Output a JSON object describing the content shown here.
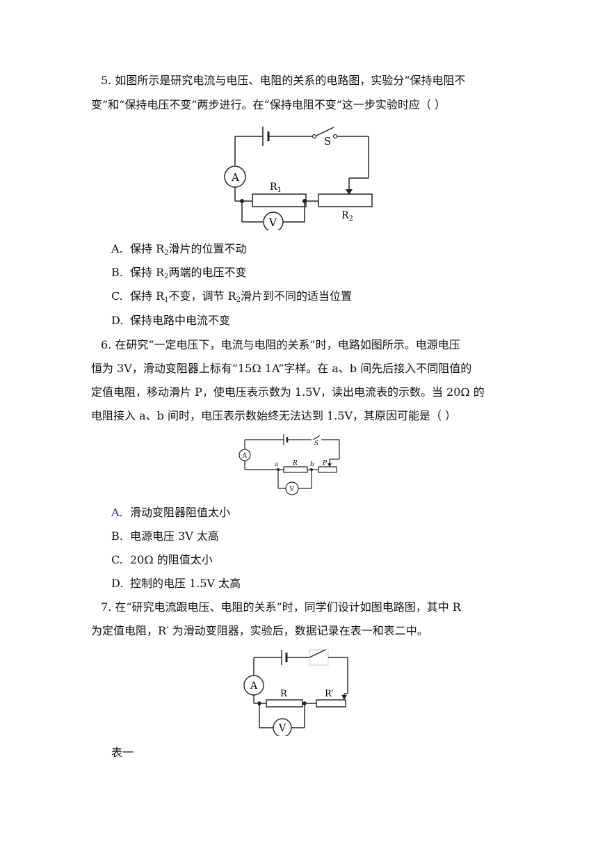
{
  "q5": {
    "line1": "5.  如图所示是研究电流与电压、电阻的关系的电路图，实验分“保持电阻不",
    "line2": "变”和“保持电压不变”两步进行。在“保持电阻不变”这一步实验时应（        ）",
    "fig": {
      "switch": "S",
      "ammeter": "A",
      "voltmeter": "V",
      "r1": "R",
      "r1_sub": "1",
      "r2": "R",
      "r2_sub": "2"
    },
    "options": [
      {
        "label": "A.",
        "pre": "保持 R",
        "sub": "2",
        "post": "滑片的位置不动"
      },
      {
        "label": "B.",
        "pre": "保持 R",
        "sub": "2",
        "post": "两端的电压不变"
      },
      {
        "label": "C.",
        "pre": "保持 R",
        "sub": "1",
        "mid": "不变，调节 R",
        "sub2": "2",
        "post": "滑片到不同的适当位置"
      },
      {
        "label": "D.",
        "text": "保持电路中电流不变"
      }
    ]
  },
  "q6": {
    "line1": "6.  在研究“一定电压下，电流与电阻的关系”时，电路如图所示。电源电压",
    "line2": "恒为 3V，滑动变阻器上标有“15Ω  1A”字样。在 a、b 间先后接入不同阻值的",
    "line3": "定值电阻，移动滑片 P，使电压表示数为 1.5V，读出电流表的示数。当 20Ω 的",
    "line4": "电阻接入 a、b 间时，电压表示数始终无法达到 1.5V，其原因可能是（        ）",
    "fig": {
      "switch": "S",
      "ammeter": "A",
      "voltmeter": "V",
      "r": "R",
      "a": "a",
      "b": "b",
      "p": "P"
    },
    "options": [
      {
        "label": "A.",
        "text": "滑动变阻器阻值太小"
      },
      {
        "label": "B.",
        "text": "电源电压 3V 太高"
      },
      {
        "label": "C.",
        "text": "20Ω 的阻值太小"
      },
      {
        "label": "D.",
        "text": "控制的电压 1.5V 太高"
      }
    ]
  },
  "q7": {
    "line1": "7.  在“研究电流跟电压、电阻的关系”时，同学们设计如图电路图，其中 R",
    "line2": "为定值电阻，R′ 为滑动变阻器，实验后，数据记录在表一和表二中。",
    "fig": {
      "ammeter": "A",
      "voltmeter": "V",
      "r": "R",
      "rp": "R′"
    },
    "table_label": "表一"
  }
}
